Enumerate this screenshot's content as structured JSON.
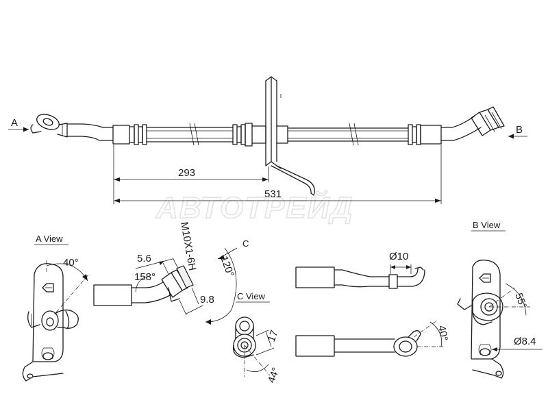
{
  "labels": {
    "arrow_a": "A",
    "arrow_b": "B",
    "view_a": "A View",
    "view_b": "B View",
    "view_c": "C View",
    "arrow_c": "C"
  },
  "dimensions": {
    "length_to_bracket": "293",
    "overall_length": "531",
    "angle_view_a": "40°",
    "offset_5_6": "5.6",
    "bend_angle_158": "158°",
    "thread_spec": "M10X1-6H",
    "offset_9_8": "9.8",
    "rotation_120": "120°",
    "tube_diameter": "Ø10",
    "angle_40_lower": "40°",
    "width_17": "17",
    "angle_44": "44°",
    "angle_55": "55°",
    "hole_diameter": "Ø8.4"
  },
  "watermark": "АВТОТРЕЙД",
  "colors": {
    "line": "#1a1a1a",
    "watermark": "#e3e3e3",
    "background": "#ffffff"
  }
}
